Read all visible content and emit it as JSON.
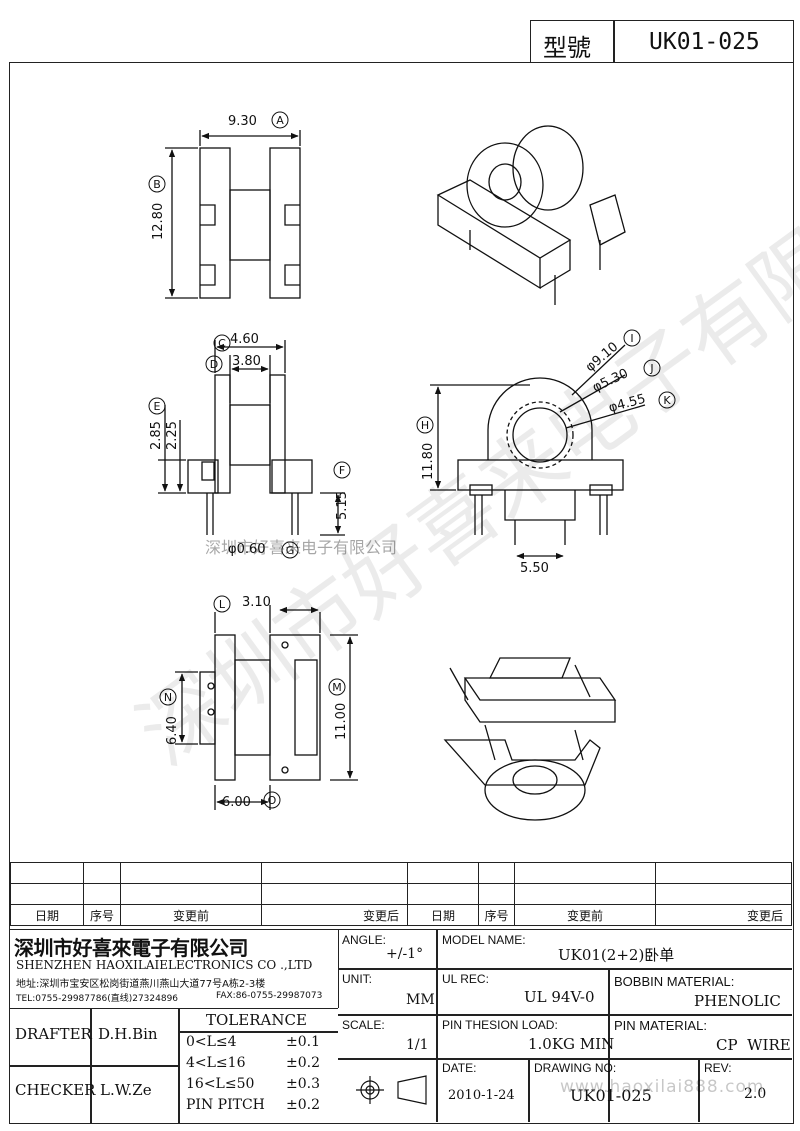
{
  "header": {
    "model_label": "型號",
    "model_value": "UK01-025"
  },
  "watermarks": {
    "diagonal": "深圳市好喜来电子有限公司",
    "horizontal": "深圳市好喜来电子有限公司",
    "footer": "www.haoxilai888.com"
  },
  "dimensions": {
    "top_view": {
      "width": "9.30",
      "width_tag": "A",
      "height": "12.80",
      "height_tag": "B"
    },
    "side_view": {
      "outer_width": "4.60",
      "outer_width_tag": "C",
      "inner_width": "3.80",
      "inner_width_tag": "D",
      "flange_h1": "2.85",
      "flange_h1_tag": "E",
      "flange_h2": "2.25",
      "pin_len": "5.15",
      "pin_len_tag": "F",
      "pin_dia": "0.60",
      "pin_dia_tag": "G"
    },
    "front_view": {
      "height": "11.80",
      "height_tag": "H",
      "d1": "9.10",
      "d1_tag": "I",
      "d2": "5.30",
      "d2_tag": "J",
      "d3": "4.55",
      "d3_tag": "K",
      "pin_pitch": "5.50",
      "dia_symbol": "φ"
    },
    "bottom_view": {
      "width": "3.10",
      "width_tag": "L",
      "height": "11.00",
      "height_tag": "M",
      "inner_h": "6.40",
      "inner_h_tag": "N",
      "length": "6.00",
      "length_tag": "O"
    }
  },
  "revision_table": {
    "headers": [
      "日期",
      "序号",
      "变更前",
      "变更后",
      "日期",
      "序号",
      "变更前",
      "变更后"
    ]
  },
  "title_block": {
    "company_cn": "深圳市好喜來電子有限公司",
    "company_en": "SHENZHEN HAOXILAIELECTRONICS CO .,LTD",
    "address": "地址:深圳市宝安区松岗街道燕川燕山大道77号A栋2-3楼",
    "tel": "TEL:0755-29987786(直线)27324896",
    "fax": "FAX:86-0755-29987073",
    "drafter_label": "DRAFTER",
    "drafter_value": "D.H.Bin",
    "checker_label": "CHECKER",
    "checker_value": "L.W.Ze",
    "tolerance_title": "TOLERANCE",
    "tolerance_rows": [
      {
        "range": "0<L≤4",
        "value": "±0.1"
      },
      {
        "range": "4<L≤16",
        "value": "±0.2"
      },
      {
        "range": "16<L≤50",
        "value": "±0.3"
      },
      {
        "range": "PIN PITCH",
        "value": "±0.2"
      }
    ],
    "angle_label": "ANGLE:",
    "angle_value": "+/-1°",
    "unit_label": "UNIT:",
    "unit_value": "MM",
    "scale_label": "SCALE:",
    "scale_value": "1/1",
    "model_name_label": "MODEL NAME:",
    "model_name_value": "UK01(2+2)卧单",
    "ul_rec_label": "UL REC:",
    "ul_rec_value": "UL 94V-0",
    "bobbin_label": "BOBBIN MATERIAL:",
    "bobbin_value": "PHENOLIC",
    "pin_tension_label": "PIN THESION LOAD:",
    "pin_tension_value": "1.0KG MIN",
    "pin_material_label": "PIN MATERIAL:",
    "pin_material_value": "CP  WIRE",
    "date_label": "DATE:",
    "date_value": "2010-1-24",
    "drawing_no_label": "DRAWING NO:",
    "drawing_no_value": "UK01-025",
    "rev_label": "REV:",
    "rev_value": "2.0"
  }
}
